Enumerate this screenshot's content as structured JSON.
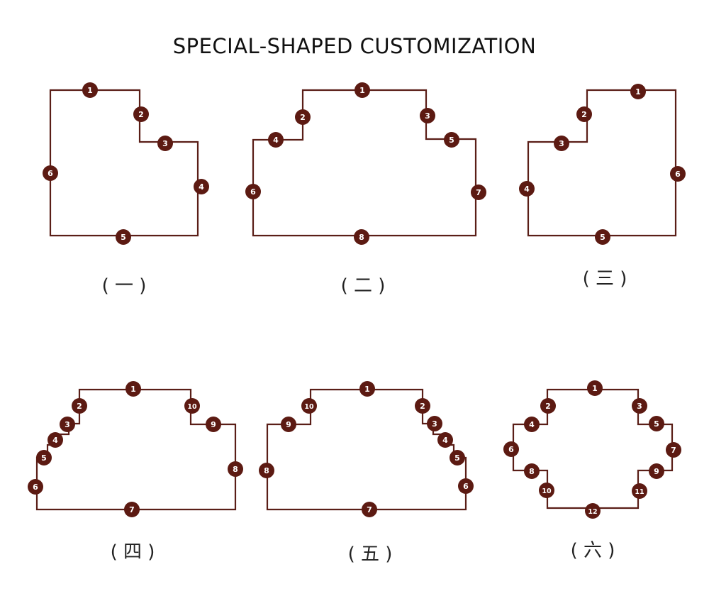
{
  "title": "SPECIAL-SHAPED CUSTOMIZATION",
  "colors": {
    "outline": "#5a1e17",
    "badge": "#5c1a12",
    "badge_text": "#ffffff"
  },
  "shapes": [
    {
      "id": "shape-1",
      "caption": "( 一 )",
      "markers": [
        "1",
        "2",
        "3",
        "4",
        "5",
        "6"
      ]
    },
    {
      "id": "shape-2",
      "caption": "( 二 )",
      "markers": [
        "1",
        "2",
        "3",
        "4",
        "5",
        "6",
        "7",
        "8"
      ]
    },
    {
      "id": "shape-3",
      "caption": "( 三 )",
      "markers": [
        "1",
        "2",
        "3",
        "4",
        "5",
        "6"
      ]
    },
    {
      "id": "shape-4",
      "caption": "( 四 )",
      "markers": [
        "1",
        "2",
        "3",
        "4",
        "5",
        "6",
        "7",
        "8",
        "9",
        "10"
      ]
    },
    {
      "id": "shape-5",
      "caption": "( 五 )",
      "markers": [
        "1",
        "2",
        "3",
        "4",
        "5",
        "6",
        "7",
        "8",
        "9",
        "10"
      ]
    },
    {
      "id": "shape-6",
      "caption": "( 六 )",
      "markers": [
        "1",
        "2",
        "3",
        "4",
        "5",
        "6",
        "7",
        "8",
        "9",
        "10",
        "11",
        "12"
      ]
    }
  ]
}
